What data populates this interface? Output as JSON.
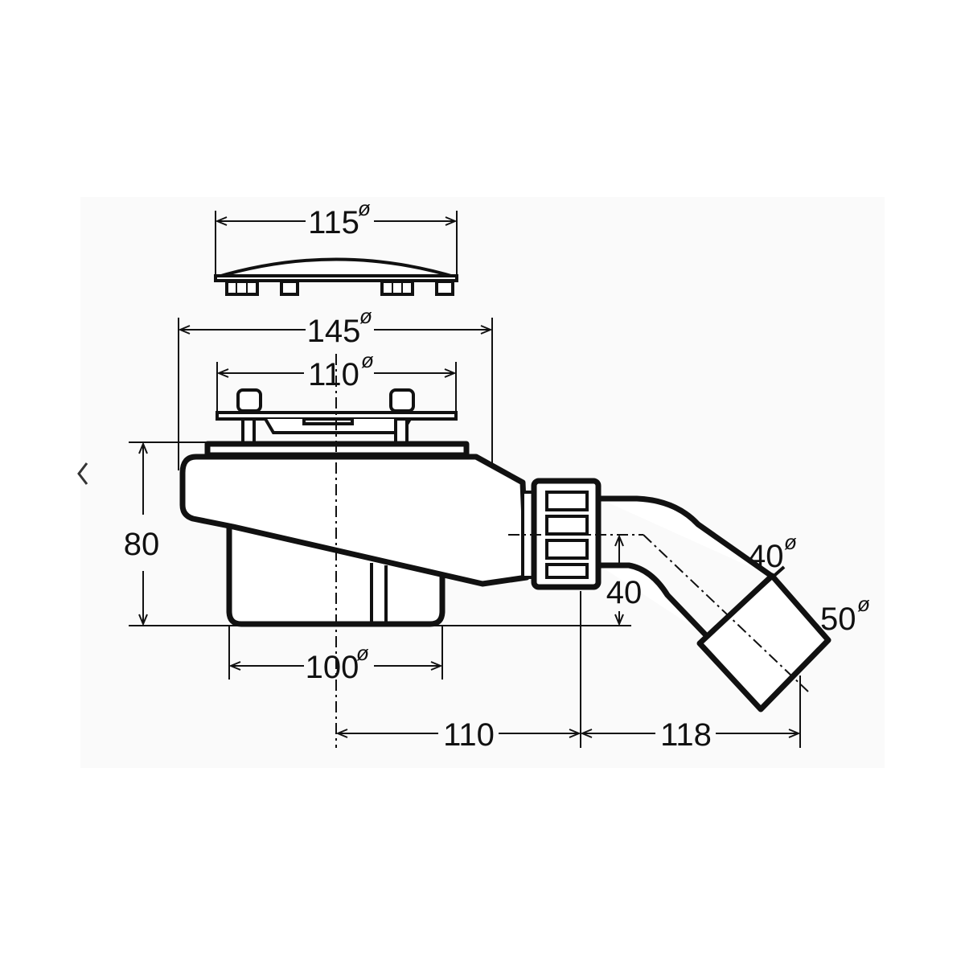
{
  "drawing": {
    "diameter_symbol": "ø",
    "dimensions": {
      "cover_diameter": "115",
      "flange_diameter": "145",
      "grate_diameter": "110",
      "height": "80",
      "outlet_height": "40",
      "pot_diameter": "100",
      "center_to_nut": "110",
      "nut_to_outlet": "118",
      "pipe_diameter": "40",
      "sleeve_diameter": "50"
    }
  },
  "nav": {
    "prev_icon": "chevron-left-icon"
  },
  "colors": {
    "line": "#111111",
    "panel": "#fafafa"
  }
}
